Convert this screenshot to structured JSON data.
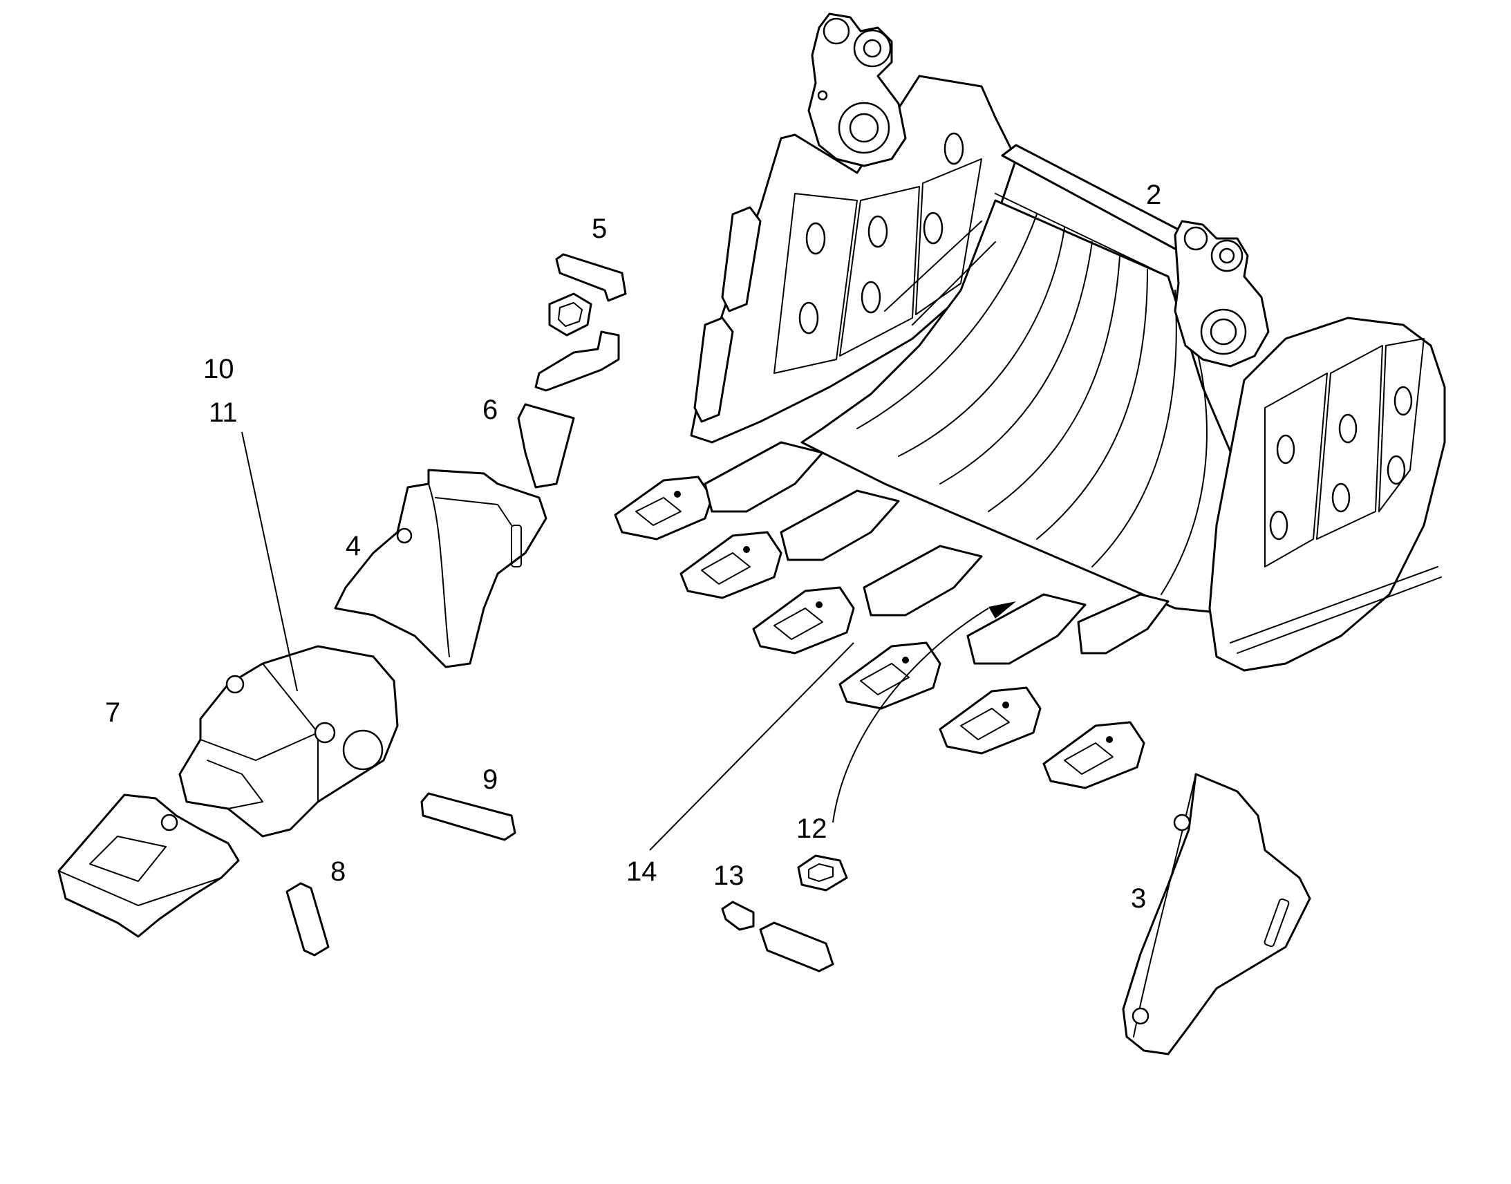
{
  "diagram": {
    "callouts": {
      "c2": "2",
      "c3": "3",
      "c4": "4",
      "c5": "5",
      "c6": "6",
      "c7": "7",
      "c8": "8",
      "c9": "9",
      "c10": "10",
      "c11": "11",
      "c12": "12",
      "c13": "13",
      "c14": "14"
    }
  }
}
